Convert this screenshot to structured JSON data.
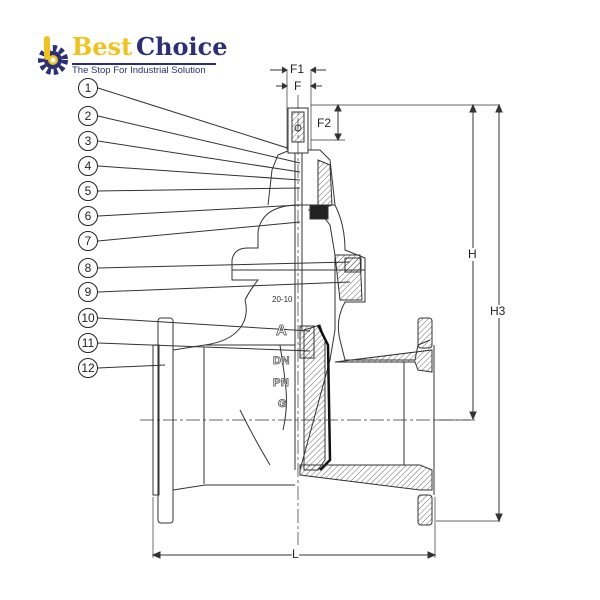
{
  "logo": {
    "word1": "Best",
    "word2": "Choice",
    "tagline": "The Stop For Industrial Solution",
    "colors": {
      "yellow": "#f2c21b",
      "navy": "#2b2f7a"
    }
  },
  "diagram": {
    "subject": "Resilient-seated gate valve, flanged, sectional view",
    "callouts": [
      "1",
      "2",
      "3",
      "4",
      "5",
      "6",
      "7",
      "8",
      "9",
      "10",
      "11",
      "12"
    ],
    "dimensions": {
      "F1": "F1",
      "F": "F",
      "F2": "F2",
      "H": "H",
      "H3": "H3",
      "L": "L"
    },
    "body_markings": {
      "logo_mark": "A",
      "dn": "DN",
      "pn": "PN",
      "g": "G",
      "cast_number": "20-10"
    }
  }
}
